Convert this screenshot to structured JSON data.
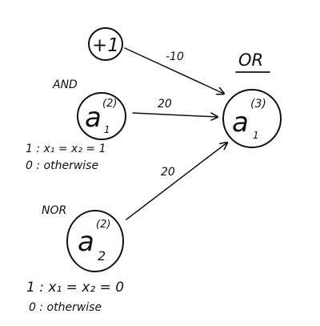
{
  "bias_node": {
    "label": "+1"
  },
  "and_node": {
    "title": "AND",
    "base": "a",
    "superscript": "(2)",
    "subscript": "1"
  },
  "nor_node": {
    "title": "NOR",
    "base": "a",
    "superscript": "(2)",
    "subscript": "2"
  },
  "or_node": {
    "title": "OR",
    "base": "a",
    "superscript": "(3)",
    "subscript": "1"
  },
  "weights": {
    "bias": "-10",
    "and": "20",
    "nor": "20"
  },
  "and_rules": {
    "line1": "1 : x₁ = x₂ = 1",
    "line2": "0 : otherwise"
  },
  "nor_rules": {
    "line1": "1 : x₁ = x₂ = 0",
    "line2": "0 : otherwise"
  }
}
